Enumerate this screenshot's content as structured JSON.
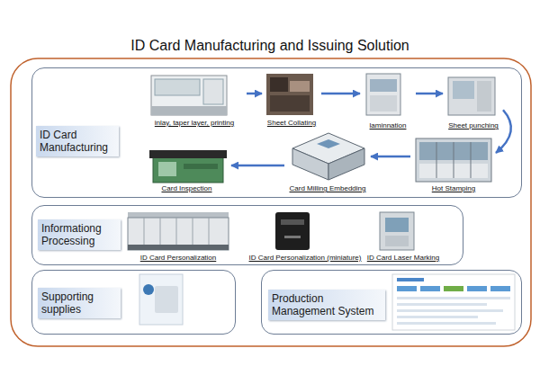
{
  "diagram": {
    "title": "ID Card Manufacturing and Issuing Solution",
    "nodes": [
      {
        "text": [
          "ID Card Manufacturing"
        ]
      },
      {
        "text": [
          "inlay, taper layer, printing"
        ],
        "in": 0
      },
      {
        "text": [
          "Sheet Collating"
        ],
        "in": 0
      },
      {
        "text": [
          "laminnation"
        ],
        "in": 0
      },
      {
        "text": [
          "Sheet punching"
        ],
        "in": 0
      },
      {
        "text": [
          "Hot Stamping"
        ],
        "in": 0
      },
      {
        "text": [
          "Card Milling Embedding"
        ],
        "in": 0
      },
      {
        "text": [
          "Card Inspection"
        ],
        "in": 0
      },
      {
        "text": [
          "Informationg Processing"
        ]
      },
      {
        "text": [
          "ID Card Personalization"
        ],
        "in": 8
      },
      {
        "text": [
          "ID Card Personalization (miniature)"
        ],
        "in": 8
      },
      {
        "text": [
          "ID Card Laser Marking"
        ],
        "in": 8
      },
      {
        "text": [
          "Supporting supplies"
        ]
      },
      {
        "text": [
          "Production Management System"
        ]
      }
    ],
    "edges": [
      {
        "from": 1,
        "to": 2,
        "arrow": "to"
      },
      {
        "from": 2,
        "to": 3,
        "arrow": "to"
      },
      {
        "from": 3,
        "to": 4,
        "arrow": "to"
      },
      {
        "from": 4,
        "to": 5,
        "arrow": "to"
      },
      {
        "from": 5,
        "to": 6,
        "arrow": "to"
      },
      {
        "from": 6,
        "to": 7,
        "arrow": "to"
      }
    ]
  }
}
